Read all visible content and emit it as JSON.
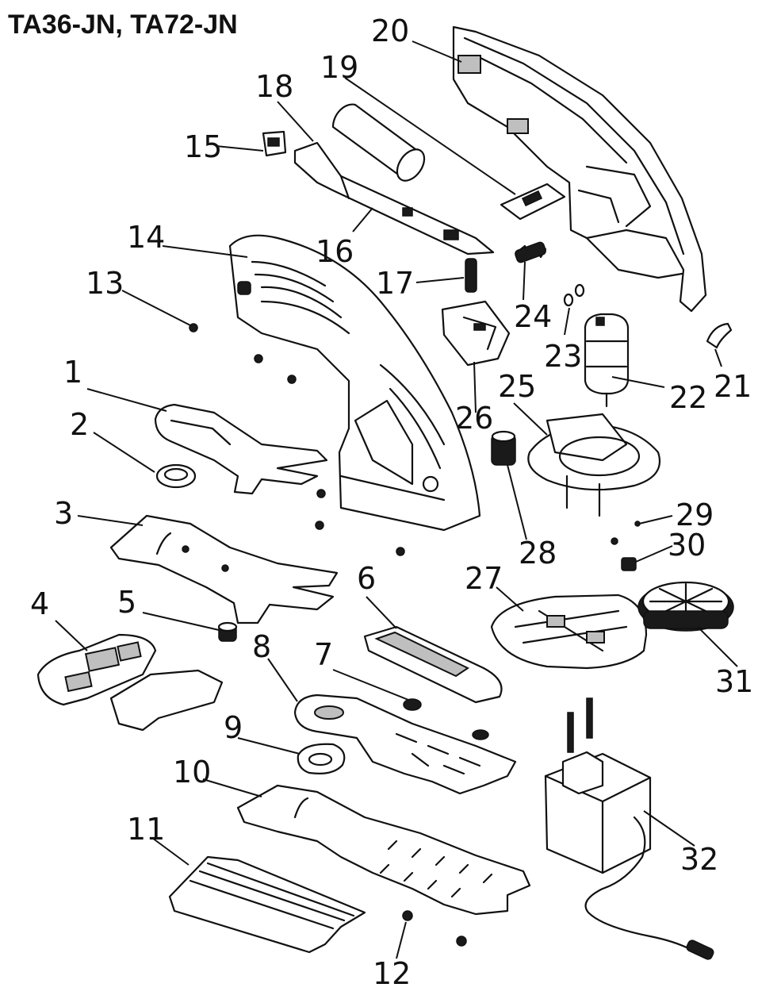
{
  "header": {
    "title": "TA36-JN, TA72-JN"
  },
  "callouts": [
    "1",
    "2",
    "3",
    "4",
    "5",
    "6",
    "7",
    "8",
    "9",
    "10",
    "11",
    "12",
    "13",
    "14",
    "15",
    "16",
    "17",
    "18",
    "19",
    "20",
    "21",
    "22",
    "23",
    "24",
    "25",
    "26",
    "27",
    "28",
    "29",
    "30",
    "31",
    "32"
  ]
}
